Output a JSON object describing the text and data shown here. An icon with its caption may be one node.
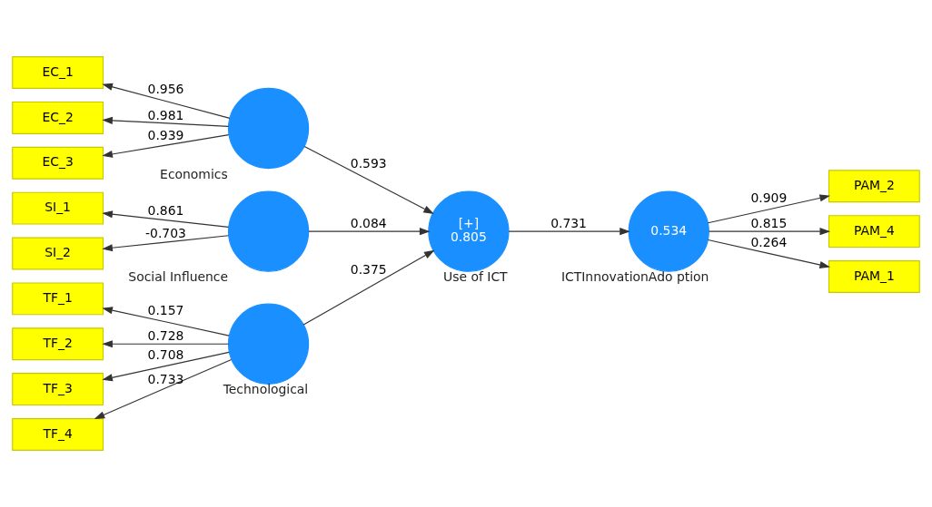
{
  "diagram": {
    "nodes": [
      {
        "text": [
          "SI_1"
        ]
      },
      {
        "text": [
          "SI_2"
        ]
      },
      {
        "text": [],
        "shape": "circle",
        "beside": [
          "Social Influence"
        ]
      },
      {
        "text": [
          "EC_1"
        ]
      },
      {
        "text": [
          "EC_2"
        ]
      },
      {
        "text": [
          "EC_3"
        ]
      },
      {
        "text": [],
        "shape": "circle",
        "beside": [
          "Economics"
        ]
      },
      {
        "text": [
          "TF_1"
        ]
      },
      {
        "text": [
          "TF_2"
        ]
      },
      {
        "text": [
          "TF_3"
        ]
      },
      {
        "text": [
          "TF_4"
        ]
      },
      {
        "text": [],
        "shape": "circle",
        "beside": [
          "Technological"
        ]
      },
      {
        "text": [
          "[+]",
          "0.805"
        ],
        "beside": [
          "Use of ICT"
        ]
      },
      {
        "text": [
          "0.534"
        ],
        "beside": [
          "ICTInnovationAdo ption"
        ]
      },
      {
        "text": [
          "PAM_2"
        ]
      },
      {
        "text": [
          "PAM_4"
        ]
      },
      {
        "text": [
          "PAM_1"
        ]
      }
    ],
    "edges": [
      {
        "from": 2,
        "to": 0,
        "arrow": "to",
        "label": "0.861"
      },
      {
        "from": 2,
        "to": 1,
        "arrow": "to",
        "label": "-0.703"
      },
      {
        "from": 6,
        "to": 3,
        "arrow": "to",
        "label": "0.956"
      },
      {
        "from": 6,
        "to": 4,
        "arrow": "to",
        "label": "0.981"
      },
      {
        "from": 6,
        "to": 5,
        "arrow": "to",
        "label": "0.939"
      },
      {
        "from": 11,
        "to": 7,
        "arrow": "to",
        "label": "0.157"
      },
      {
        "from": 11,
        "to": 8,
        "arrow": "to",
        "label": "0.728"
      },
      {
        "from": 11,
        "to": 9,
        "arrow": "to",
        "label": "0.708"
      },
      {
        "from": 11,
        "to": 10,
        "arrow": "to",
        "label": "0.733"
      },
      {
        "from": 2,
        "to": 12,
        "arrow": "to",
        "label": "0.084"
      },
      {
        "from": 6,
        "to": 12,
        "arrow": "to",
        "label": "0.593"
      },
      {
        "from": 11,
        "to": 12,
        "arrow": "to",
        "label": "0.375"
      },
      {
        "from": 12,
        "to": 13,
        "arrow": "to",
        "label": "0.731"
      },
      {
        "from": 13,
        "to": 14,
        "arrow": "to",
        "label": "0.909"
      },
      {
        "from": 13,
        "to": 15,
        "arrow": "to",
        "label": "0.815"
      },
      {
        "from": 13,
        "to": 16,
        "arrow": "to",
        "label": "0.264"
      }
    ]
  }
}
